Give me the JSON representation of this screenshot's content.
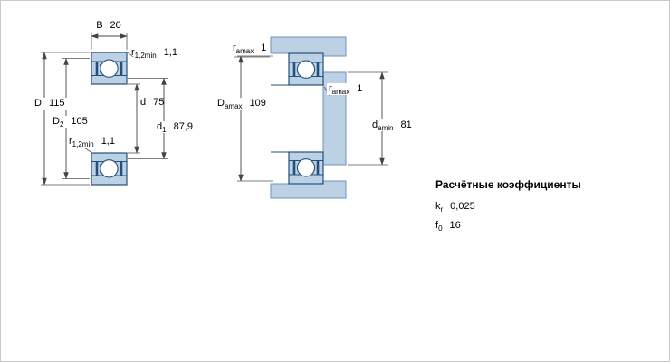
{
  "colors": {
    "section_fill": "#bcd2e4",
    "housing_fill": "#bcd2e4",
    "outline": "#24507e",
    "dim_line": "#444444"
  },
  "left_view": {
    "dims": {
      "B": {
        "base": "B",
        "sub": "",
        "value": "20"
      },
      "r12_top": {
        "base": "r",
        "sub": "1,2min",
        "value": "1,1"
      },
      "D": {
        "base": "D",
        "sub": "",
        "value": "115"
      },
      "D2": {
        "base": "D",
        "sub": "2",
        "value": "105"
      },
      "r12_bottom": {
        "base": "r",
        "sub": "1,2min",
        "value": "1,1"
      },
      "d": {
        "base": "d",
        "sub": "",
        "value": "75"
      },
      "d1": {
        "base": "d",
        "sub": "1",
        "value": "87,9"
      }
    }
  },
  "right_view": {
    "dims": {
      "ra_top": {
        "base": "r",
        "sub": "amax",
        "value": "1"
      },
      "Da": {
        "base": "D",
        "sub": "amax",
        "value": "109"
      },
      "ra_mid": {
        "base": "r",
        "sub": "amax",
        "value": "1"
      },
      "da": {
        "base": "d",
        "sub": "amin",
        "value": "81"
      }
    }
  },
  "factors": {
    "title": "Расчётные коэффициенты",
    "rows": [
      {
        "base": "k",
        "sub": "r",
        "value": "0,025"
      },
      {
        "base": "f",
        "sub": "0",
        "value": "16"
      }
    ]
  }
}
